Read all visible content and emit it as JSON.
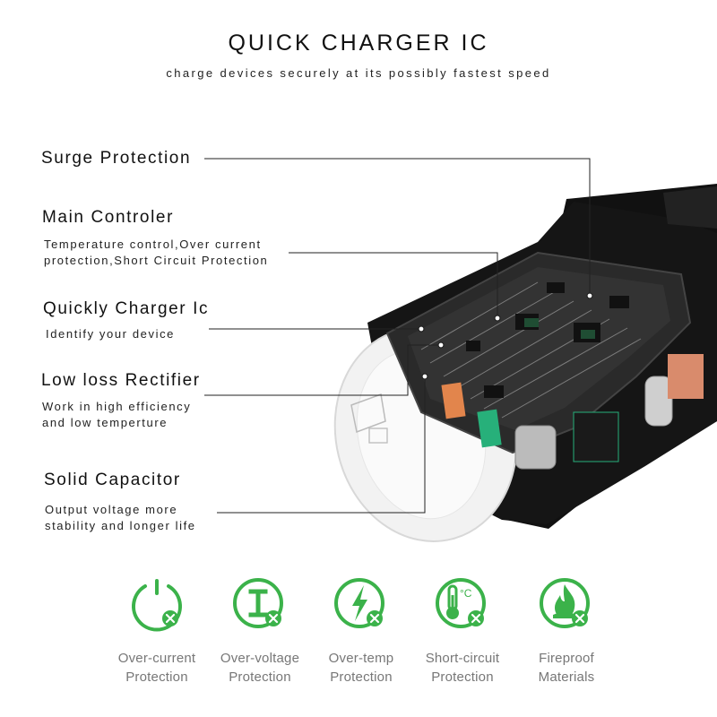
{
  "header": {
    "title": "QUICK CHARGER IC",
    "subtitle": "charge devices securely at its possibly fastest speed"
  },
  "features": [
    {
      "title": "Surge Protection",
      "desc": []
    },
    {
      "title": "Main Controler",
      "desc": [
        "Temperature control,Over current",
        "protection,Short Circuit Protection"
      ]
    },
    {
      "title": "Quickly Charger Ic",
      "desc": [
        "Identify your device"
      ]
    },
    {
      "title": "Low loss Rectifier",
      "desc": [
        "Work in high efficiency",
        "and low temperture"
      ]
    },
    {
      "title": "Solid Capacitor",
      "desc": [
        "Output voltage more",
        "stability and longer life"
      ]
    }
  ],
  "protections": [
    {
      "icon": "power-icon",
      "line1": "Over-current",
      "line2": "Protection"
    },
    {
      "icon": "voltage-icon",
      "line1": "Over-voltage",
      "line2": "Protection"
    },
    {
      "icon": "lightning-icon",
      "line1": "Over-temp",
      "line2": "Protection"
    },
    {
      "icon": "thermometer-icon",
      "line1": "Short-circuit",
      "line2": "Protection",
      "symbol": "°C"
    },
    {
      "icon": "fire-icon",
      "line1": "Fireproof",
      "line2": "Materials"
    }
  ],
  "colors": {
    "accent_green": "#3bb24a",
    "charger_black": "#111111",
    "board_gray": "#2a2a2a",
    "port_orange": "#e2854c",
    "port_green": "#27b07a",
    "label_gray": "#777777"
  }
}
